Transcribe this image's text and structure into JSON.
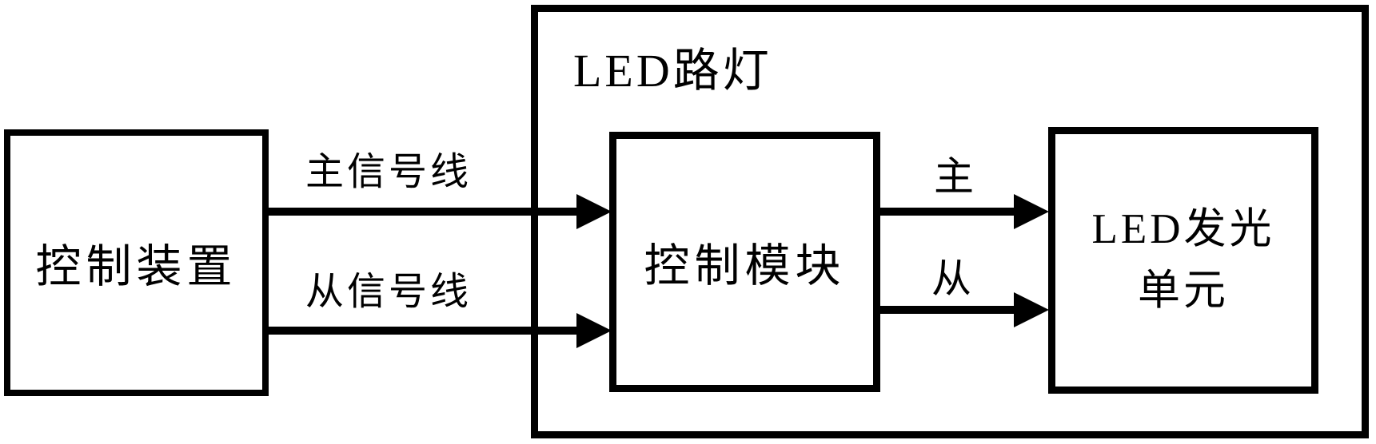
{
  "diagram": {
    "background_color": "#ffffff",
    "line_color": "#000000",
    "boxes": {
      "control_device": {
        "label": "控制装置"
      },
      "led_streetlight": {
        "label": "LED路灯"
      },
      "control_module": {
        "label": "控制模块"
      },
      "led_unit": {
        "line1": "LED发光",
        "line2": "单元"
      }
    },
    "arrows": {
      "main_signal": {
        "label": "主信号线"
      },
      "slave_signal": {
        "label": "从信号线"
      },
      "main": {
        "label": "主"
      },
      "slave": {
        "label": "从"
      }
    }
  }
}
